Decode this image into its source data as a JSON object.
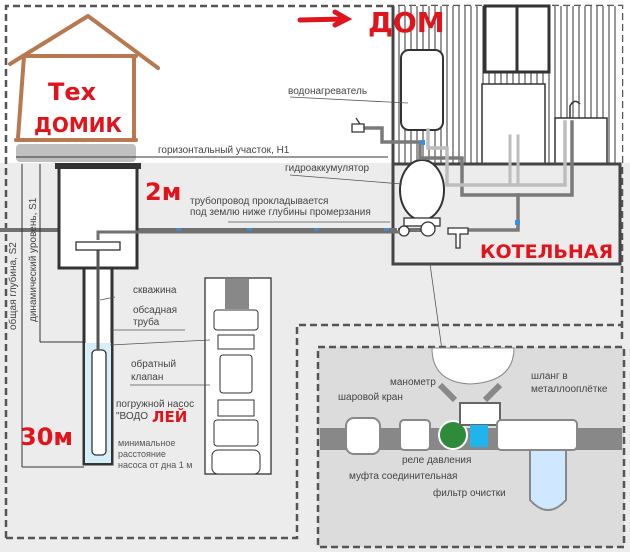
{
  "handwritten": {
    "tech_house_line1": "Тех",
    "tech_house_line2": "ДОМИК",
    "house": "ДОМ",
    "boiler_room": "КОТЕЛЬНАЯ",
    "horizontal_2m": "2м",
    "depth_30m": "30м",
    "pump_suffix": "ЛЕЙ"
  },
  "labels": {
    "horizontal_section": "горизонтальный участок, H1",
    "water_heater": "водонагреватель",
    "hydro_accumulator": "гидроаккумулятор",
    "pipeline_line1": "трубопровод прокладывается",
    "pipeline_line2": "под землю ниже глубины промерзания",
    "total_depth": "общая глубина, S2",
    "dynamic_level": "динамический уровень, S1",
    "well": "скважина",
    "casing_line1": "обсадная",
    "casing_line2": "труба",
    "check_valve_line1": "обратный",
    "check_valve_line2": "клапан",
    "pump_line1": "погружной насос",
    "pump_line2": "\"ВОДО",
    "min_dist_line1": "минимальное",
    "min_dist_line2": "расстояние",
    "min_dist_line3": "насоса от дна 1 м",
    "manometer": "манометр",
    "ball_valve": "шаровой кран",
    "hose_line1": "шланг в",
    "hose_line2": "металлооплётке",
    "pressure_relay": "реле давления",
    "coupling": "муфта соединительная",
    "filter": "фильтр очистки"
  },
  "colors": {
    "handwriting": "#e0141c",
    "house_sketch": "#b87850",
    "pipe": "#707070",
    "pipe_marker": "#3a8fe0",
    "ground": "#ececec",
    "wall": "#444444",
    "gauge": "#2e8b3a",
    "relay": "#1fb5ec"
  }
}
